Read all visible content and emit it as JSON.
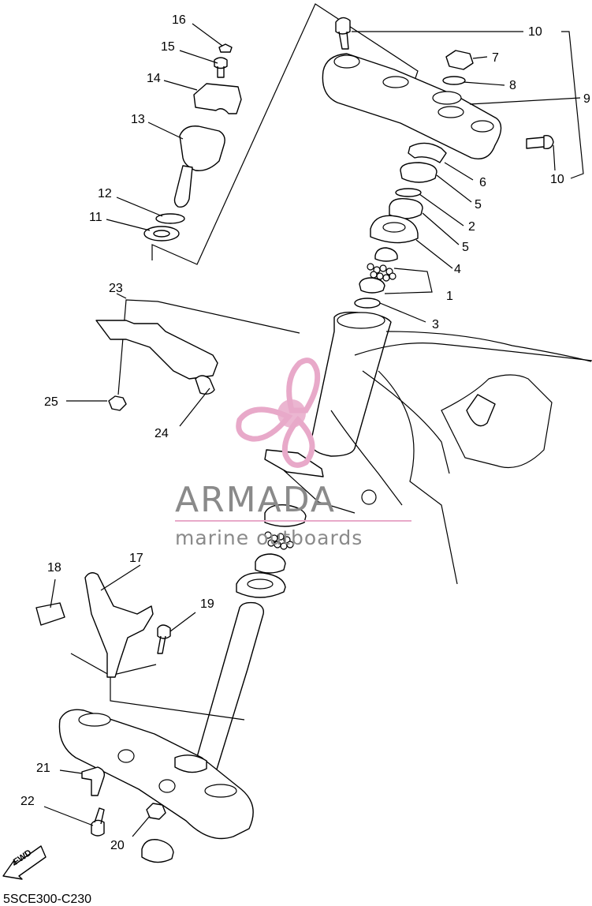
{
  "diagram": {
    "code": "5SCE300-C230",
    "fwd_label": "FWD",
    "labels": [
      "1",
      "2",
      "3",
      "4",
      "5",
      "5",
      "6",
      "7",
      "8",
      "9",
      "10",
      "10",
      "11",
      "12",
      "13",
      "14",
      "15",
      "16",
      "17",
      "18",
      "19",
      "20",
      "21",
      "22",
      "23",
      "24",
      "25"
    ]
  },
  "watermark": {
    "brand": "ARMADA",
    "tagline": "marine outboards",
    "color": "#e8a9c9"
  }
}
